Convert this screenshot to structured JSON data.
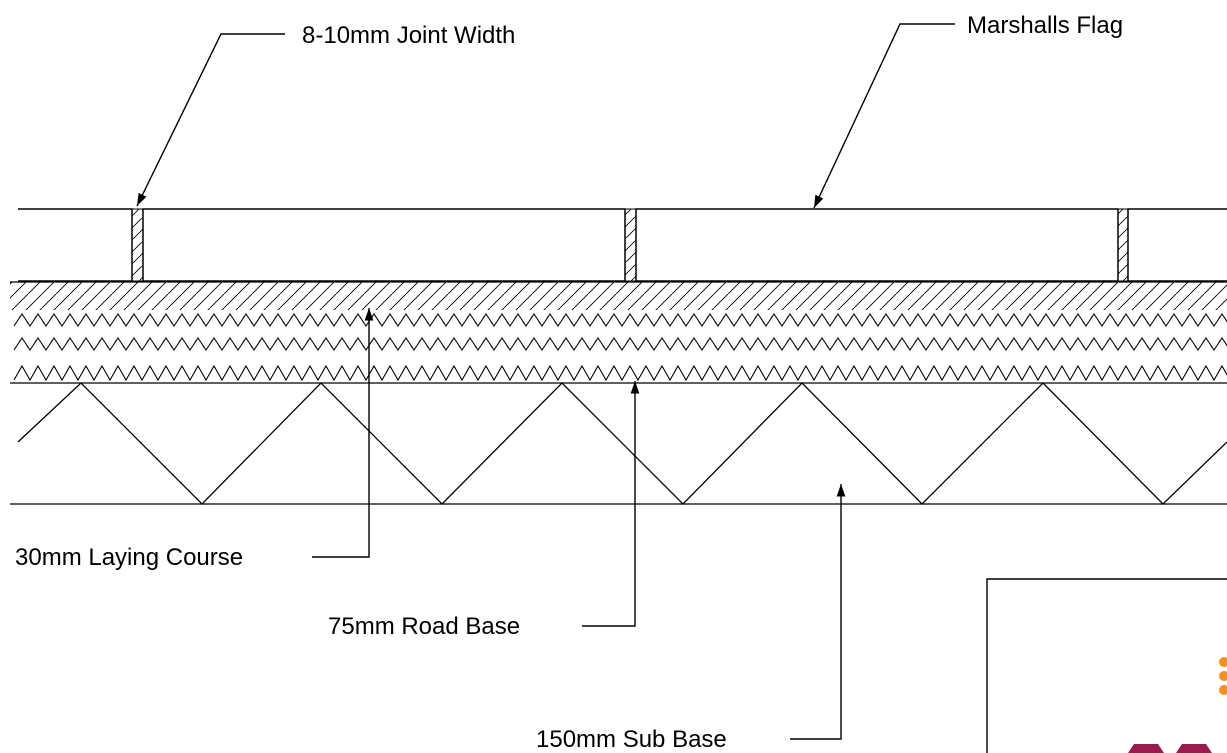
{
  "callouts": {
    "joint_width": "8-10mm Joint Width",
    "flag": "Marshalls Flag",
    "laying_course": "30mm Laying Course",
    "road_base": "75mm Road Base",
    "sub_base": "150mm Sub Base"
  },
  "colors": {
    "line": "#000000",
    "logo_orange": "#f0921e",
    "logo_maroon": "#9b1b4e"
  },
  "icons": {
    "logo": "company-logo-icon"
  }
}
